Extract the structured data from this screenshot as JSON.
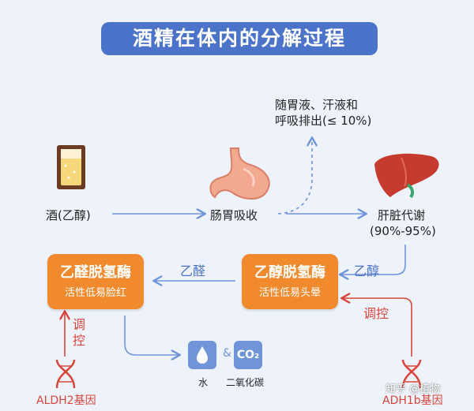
{
  "title": "酒精在体内的分解过程",
  "nodes": {
    "alcohol": "酒(乙醇)",
    "stomach": "肠胃吸收",
    "liver": "肝脏代谢",
    "liver_pct": "(90%-95%)",
    "excretion_line1": "随胃液、汗液和",
    "excretion_line2": "呼吸排出(≤ 10%)"
  },
  "enzymes": {
    "adh": {
      "title": "乙醇脱氢酶",
      "sub": "活性低易头晕"
    },
    "aldh": {
      "title": "乙醛脱氢酶",
      "sub": "活性低易脸红"
    }
  },
  "arrows": {
    "ethanol": "乙醇",
    "acetaldehyde": "乙醛",
    "regulate_left": "调控",
    "regulate_right": "调控"
  },
  "genes": {
    "left": "ALDH2基因",
    "right": "ADH1b基因"
  },
  "products": {
    "water": "水",
    "co2": "二氧化碳",
    "co2_icon": "CO₂",
    "amp": "&"
  },
  "watermark": "知乎 @植物"
}
